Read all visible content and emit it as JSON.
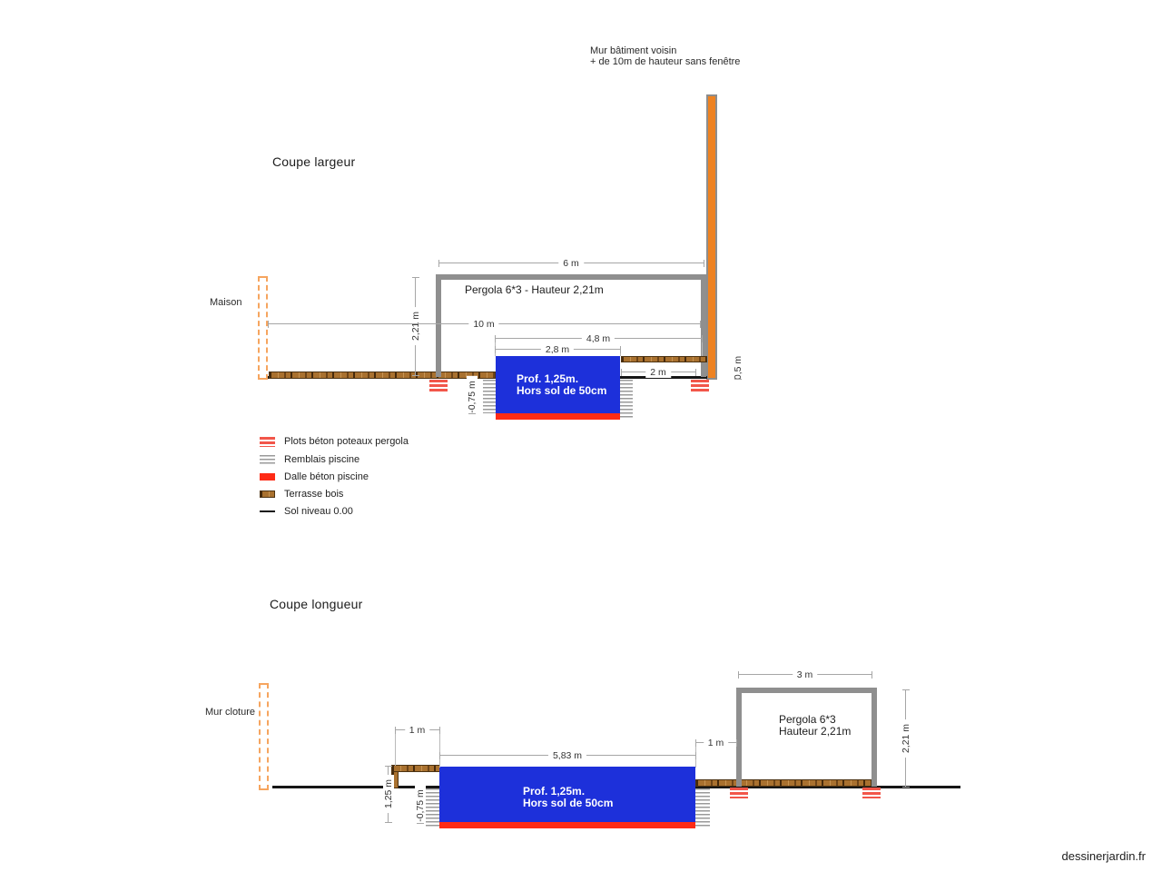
{
  "page": {
    "watermark": "dessinerjardin.fr"
  },
  "colors": {
    "pool_blue": "#1d30da",
    "slab_red": "#fe2b16",
    "wall_orange": "#ee8221",
    "wood_brown": "#a9712f",
    "pergola_gray": "#8f8f8f",
    "dashed_wall_orange": "#f6a55f"
  },
  "coupe_largeur": {
    "title": "Coupe largeur",
    "neighbor_wall_note": {
      "line1": "Mur bâtiment voisin",
      "line2": "+ de 10m de hauteur sans fenêtre"
    },
    "maison_label": "Maison",
    "pergola_label": "Pergola 6*3 - Hauteur 2,21m",
    "pool_text": {
      "line1": "Prof. 1,25m.",
      "line2": "Hors sol de 50cm"
    },
    "dims": {
      "pergola_width": "6 m",
      "pergola_height": "2,21 m",
      "total_width": "10 m",
      "pool_to_wall": "4,8 m",
      "pool_width": "2,8 m",
      "deck_to_wall": "2 m",
      "above_ground": "0,5 m",
      "below_ground": "-0,75 m"
    }
  },
  "legend": {
    "items": [
      {
        "icon": "plots-beton-icon",
        "label": "Plots béton poteaux pergola"
      },
      {
        "icon": "remblais-icon",
        "label": "Remblais piscine"
      },
      {
        "icon": "dalle-beton-icon",
        "label": "Dalle béton piscine"
      },
      {
        "icon": "terrasse-bois-icon",
        "label": "Terrasse bois"
      },
      {
        "icon": "sol-niveau-icon",
        "label": "Sol niveau 0.00"
      }
    ]
  },
  "coupe_longueur": {
    "title": "Coupe longueur",
    "mur_cloture_label": "Mur cloture",
    "pergola_label": {
      "line1": "Pergola 6*3",
      "line2": "Hauteur 2,21m"
    },
    "pool_text": {
      "line1": "Prof. 1,25m.",
      "line2": "Hors sol de 50cm"
    },
    "dims": {
      "deck_width": "1 m",
      "pool_length": "5,83 m",
      "pool_depth_total": "1,25 m",
      "below_ground": "-0,75 m",
      "pool_to_pergola": "1 m",
      "pergola_width": "3 m",
      "pergola_height": "2,21 m"
    }
  }
}
